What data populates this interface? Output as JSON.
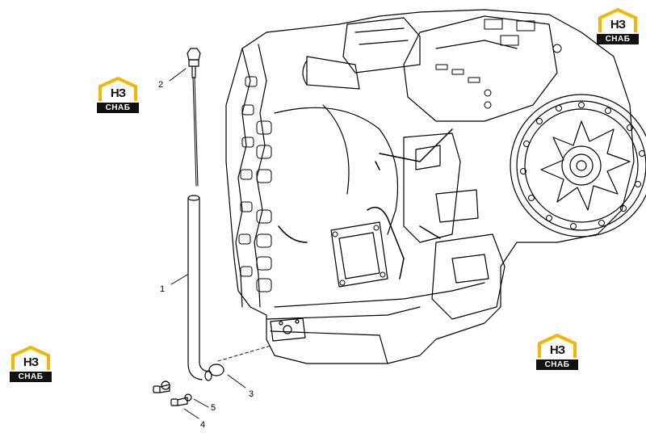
{
  "callouts": [
    {
      "id": "1",
      "label": "1"
    },
    {
      "id": "2",
      "label": "2"
    },
    {
      "id": "3",
      "label": "3"
    },
    {
      "id": "4",
      "label": "4"
    },
    {
      "id": "5",
      "label": "5"
    }
  ],
  "watermark": {
    "top_text": "НЗ",
    "bottom_text": "СНАБ",
    "accent_color": "#f2b705"
  },
  "colors": {
    "line": "#000000",
    "background": "#ffffff"
  }
}
